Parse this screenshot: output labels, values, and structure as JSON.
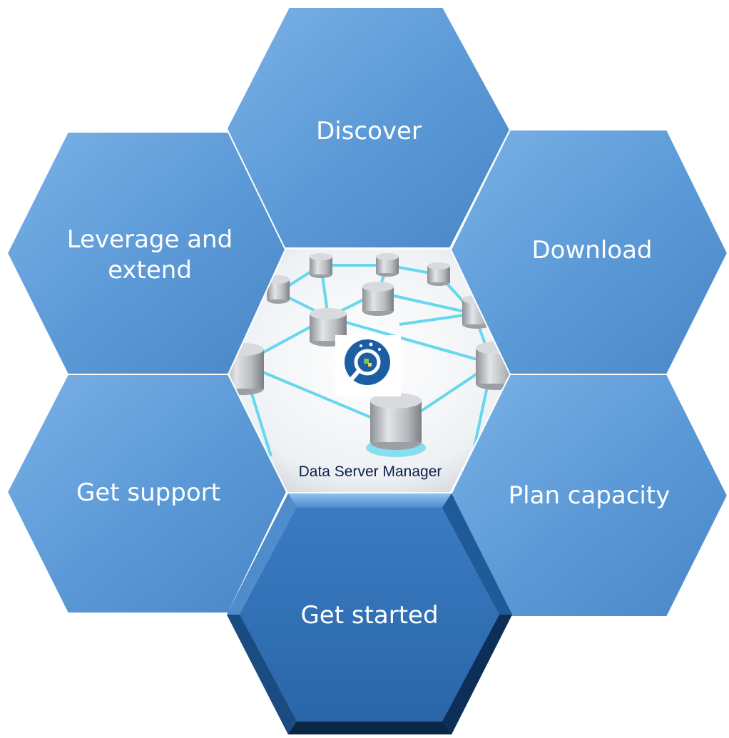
{
  "diagram": {
    "center": {
      "caption": "Data Server Manager",
      "logo_icon": "magnifier-icon"
    },
    "tiles": [
      {
        "id": "discover",
        "label": "Discover"
      },
      {
        "id": "download",
        "label": "Download"
      },
      {
        "id": "plan-capacity",
        "label": "Plan capacity"
      },
      {
        "id": "get-started",
        "label": "Get started"
      },
      {
        "id": "get-support",
        "label": "Get support"
      },
      {
        "id": "leverage-extend",
        "label_lines": [
          "Leverage and",
          "extend"
        ]
      }
    ],
    "colors": {
      "tile": "#5a98d6",
      "tile_light": "#7ab2e6",
      "tile_selected": "#2f6fb5",
      "tile_selected_dark": "#123e70",
      "network_line": "#58d4ec",
      "logo": "#1c5ea4"
    }
  }
}
